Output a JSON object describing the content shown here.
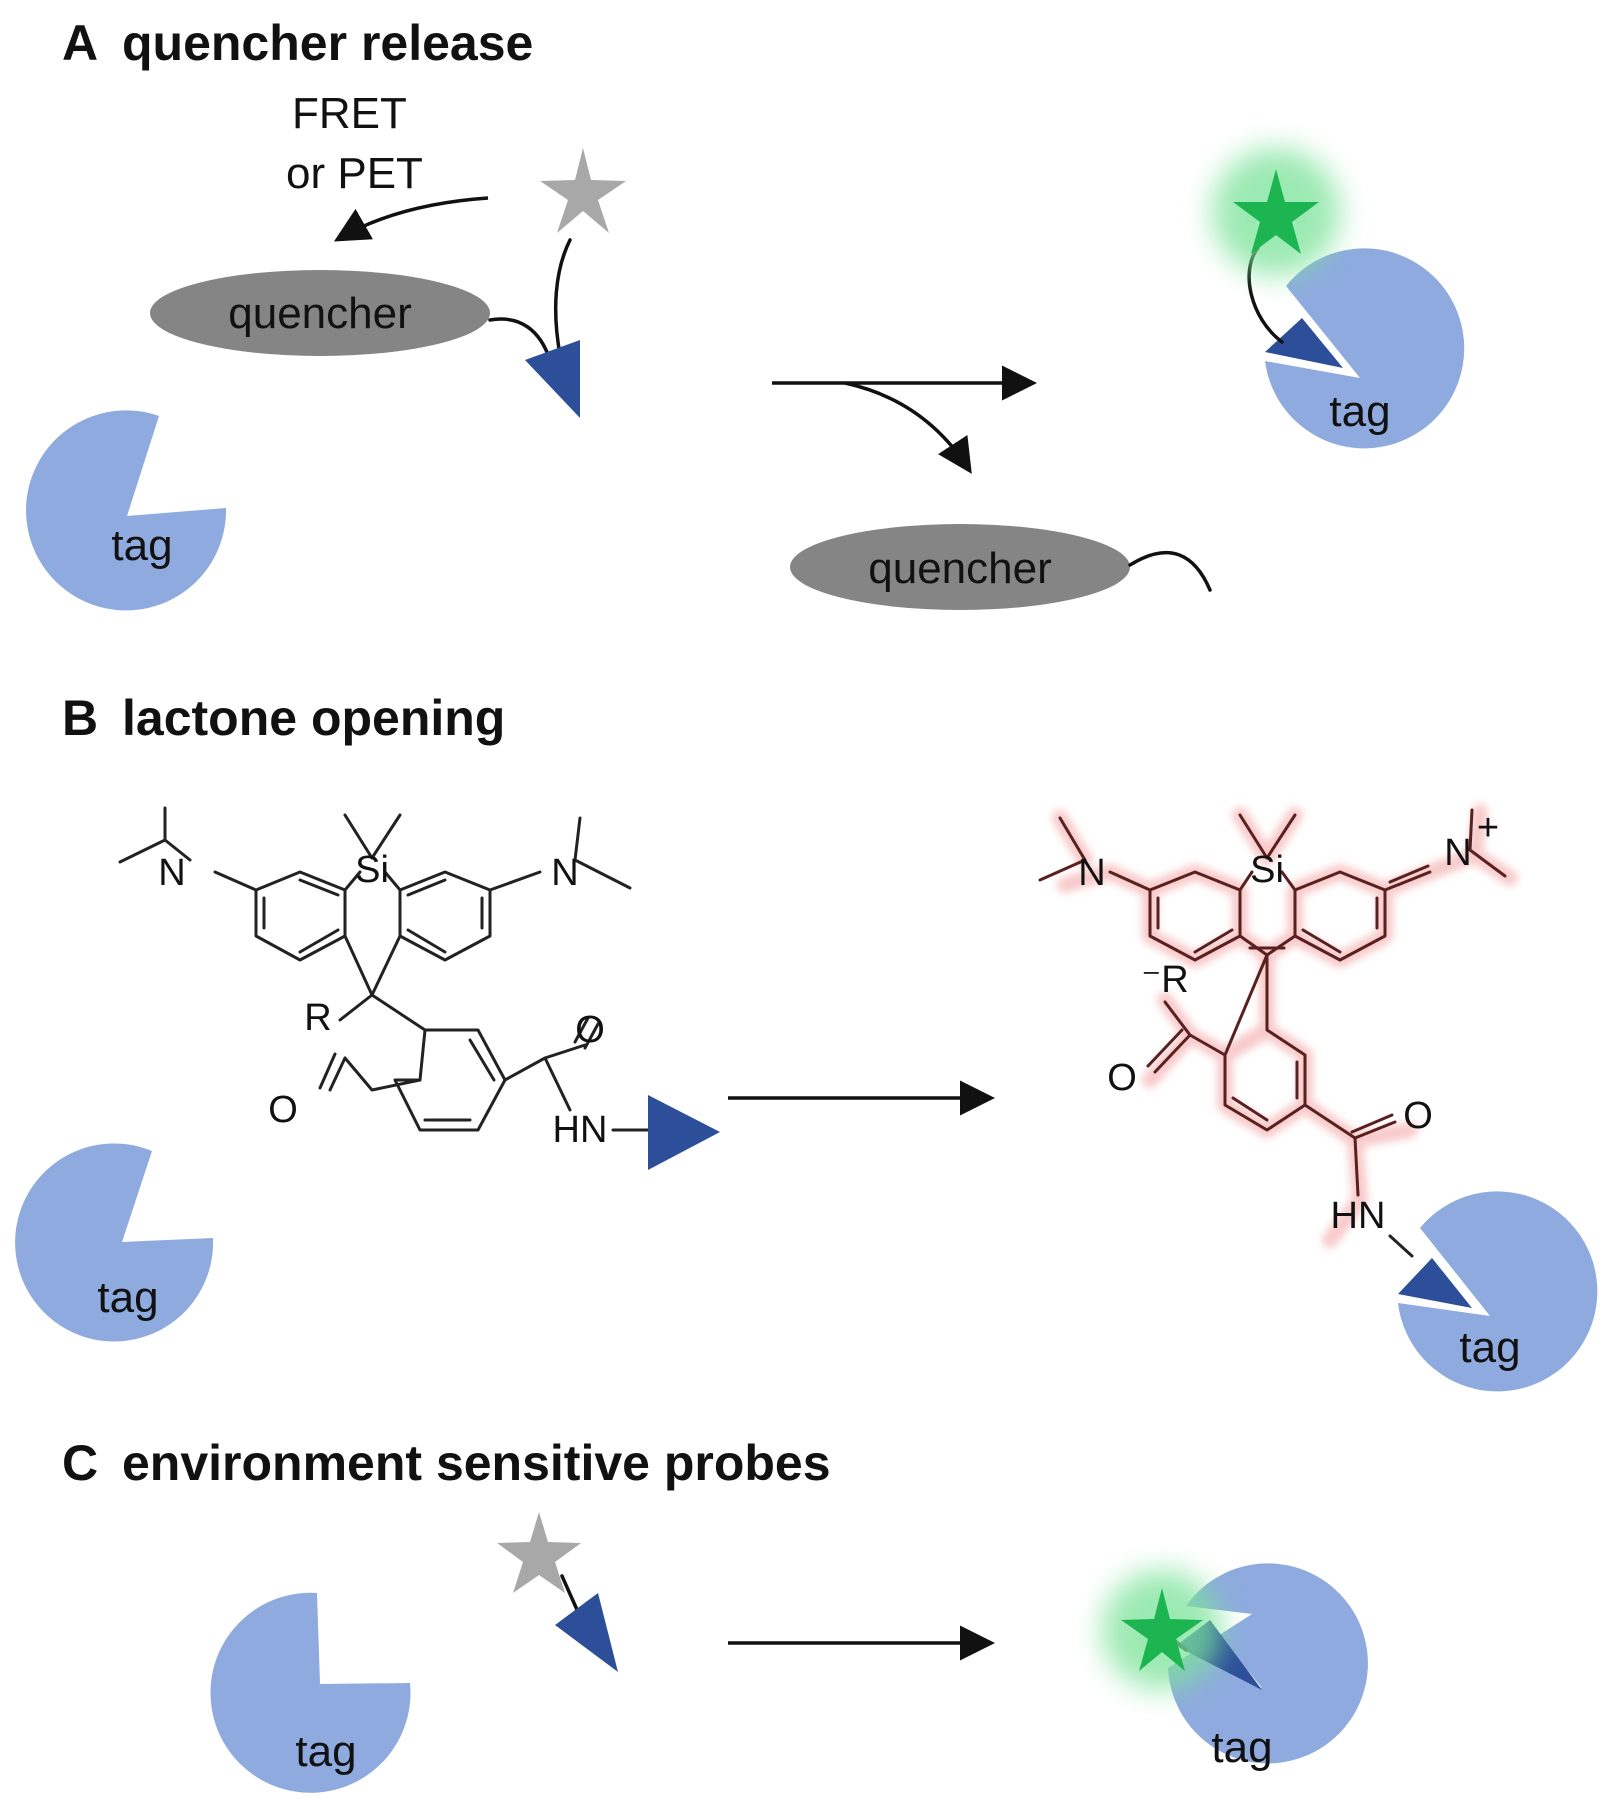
{
  "panels": {
    "A": {
      "letter": "A",
      "title": "quencher release",
      "mechanism_line1": "FRET",
      "mechanism_line2": "or PET",
      "quencher_label": "quencher",
      "quencher_label_released": "quencher",
      "tag_label_left": "tag",
      "tag_label_right": "tag"
    },
    "B": {
      "letter": "B",
      "title": "lactone opening",
      "tag_label_left": "tag",
      "tag_label_right": "tag",
      "left_atoms": {
        "si": "Si",
        "n_left": "N",
        "n_right": "N",
        "r": "R",
        "o_carbonyl": "O",
        "o_amide": "O",
        "hn": "HN"
      },
      "right_atoms": {
        "si": "Si",
        "n_left": "N",
        "n_plus": "N",
        "plus": "+",
        "r_minus": "⁻R",
        "o_carbonyl": "O",
        "o_amide": "O",
        "hn": "HN"
      }
    },
    "C": {
      "letter": "C",
      "title": "environment sensitive probes",
      "tag_label_left": "tag",
      "tag_label_right": "tag"
    }
  },
  "colors": {
    "tag": "#8eaadf",
    "ligand": "#2d4f9a",
    "quencher": "#858585",
    "dark_star": "#a8a8a8",
    "bright_star": "#1db552",
    "glow_green": "#7be39a",
    "glow_red": "#f2a0a0"
  },
  "icons": [
    "pacman-tag-icon",
    "triangle-ligand-icon",
    "star-fluorophore-icon",
    "quencher-ellipse-icon",
    "reaction-arrow-icon"
  ]
}
